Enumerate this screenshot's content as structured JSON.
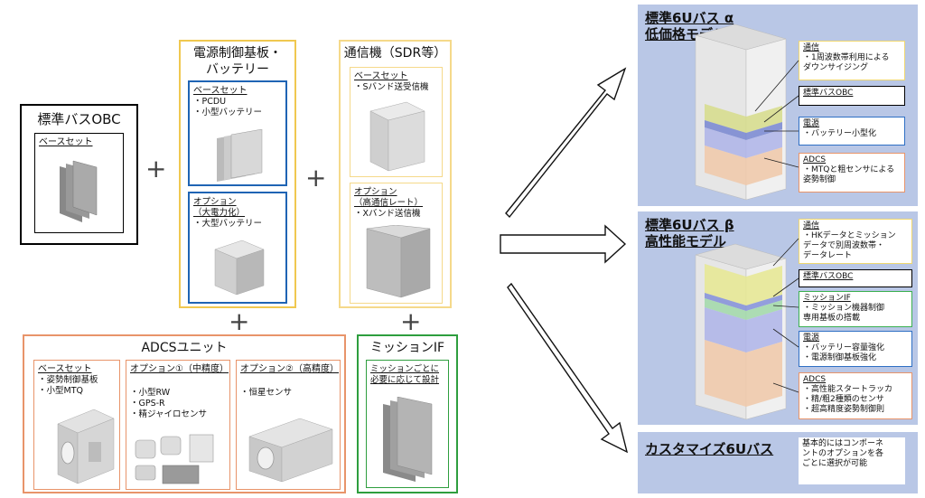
{
  "obc": {
    "title": "標準バスOBC",
    "sub_label": "ベースセット"
  },
  "power": {
    "title": "電源制御基板・\nバッテリー",
    "base": {
      "label": "ベースセット",
      "items": "・PCDU\n・小型バッテリー"
    },
    "option": {
      "label": "オプション\n（大電力化）",
      "items": "・大型バッテリー"
    }
  },
  "comm": {
    "title": "通信機（SDR等）",
    "base": {
      "label": "ベースセット",
      "items": "・Sバンド送受信機"
    },
    "option": {
      "label": "オプション\n（高通信レート）",
      "items": "・Xバンド送信機"
    }
  },
  "adcs": {
    "title": "ADCSユニット",
    "base": {
      "label": "ベースセット",
      "items": "・姿勢制御基板\n・小型MTQ"
    },
    "opt1": {
      "label": "オプション①（中精度）",
      "items": "・小型RW\n・GPS-R\n・精ジャイロセンサ"
    },
    "opt2": {
      "label": "オプション②（高精度）",
      "items": "・恒星センサ"
    }
  },
  "mission": {
    "title": "ミッションIF",
    "label": "ミッションごとに\n必要に応じて設計"
  },
  "plus_symbol": "+",
  "alpha": {
    "title": "標準6Uバス α\n低価格モデル",
    "labels": [
      {
        "h": "通信",
        "b": "・1周波数帯利用による\nダウンサイジング",
        "color": "#f0d870"
      },
      {
        "h": "標準バスOBC",
        "b": "",
        "color": "#000000"
      },
      {
        "h": "電源",
        "b": "・バッテリー小型化",
        "color": "#2e6fc4"
      },
      {
        "h": "ADCS",
        "b": "・MTQと粗センサによる\n姿勢制御",
        "color": "#e8946a"
      }
    ]
  },
  "beta": {
    "title": "標準6Uバス β\n高性能モデル",
    "labels": [
      {
        "h": "通信",
        "b": "・HKデータとミッション\nデータで別周波数帯・\nデータレート",
        "color": "#f0d870"
      },
      {
        "h": "標準バスOBC",
        "b": "",
        "color": "#000000"
      },
      {
        "h": "ミッションIF",
        "b": "・ミッション機器制御\n専用基板の搭載",
        "color": "#3bb050"
      },
      {
        "h": "電源",
        "b": "・バッテリー容量強化\n・電源制御基板強化",
        "color": "#2e6fc4"
      },
      {
        "h": "ADCS",
        "b": "・高性能スタートラッカ\n・精/粗2種類のセンサ\n・超高精度姿勢制御則",
        "color": "#e8946a"
      }
    ]
  },
  "custom": {
    "title": "カスタマイズ6Uバス",
    "note": "基本的にはコンポーネ\nントのオプションを各\nごとに選択が可能"
  },
  "colors": {
    "power": "#1f64b4",
    "comm": "#f5d98a",
    "adcs": "#e8946a",
    "mission": "#2e9e3e",
    "panel": "#b9c7e6"
  }
}
